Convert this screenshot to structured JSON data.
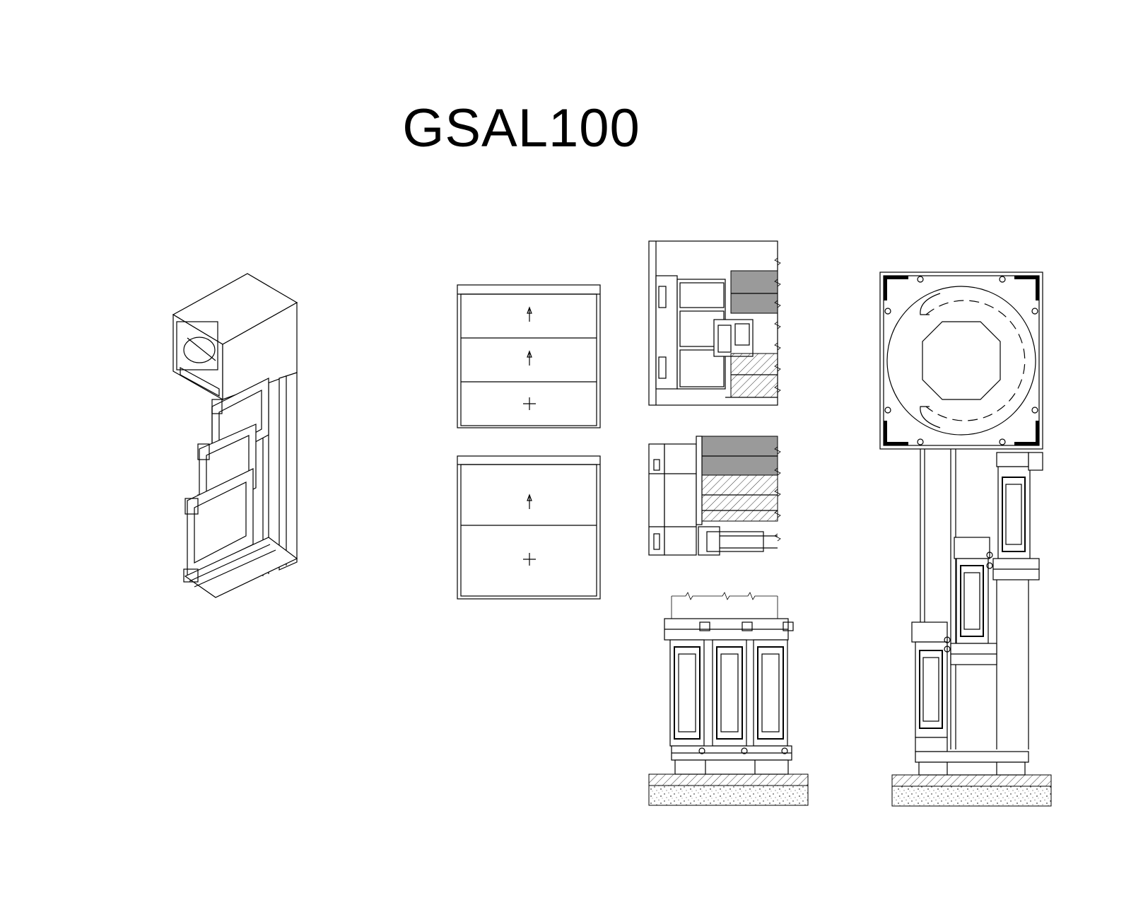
{
  "title": "GSAL100",
  "colors": {
    "line": "#000000",
    "fill_grey": "#9a9a9a",
    "background": "#ffffff"
  },
  "views": [
    "isometric-view",
    "elevation-three-panel",
    "elevation-two-panel",
    "section-head-detail",
    "section-sill-detail",
    "plan-section-triple-track",
    "vertical-section-with-roller-box"
  ]
}
